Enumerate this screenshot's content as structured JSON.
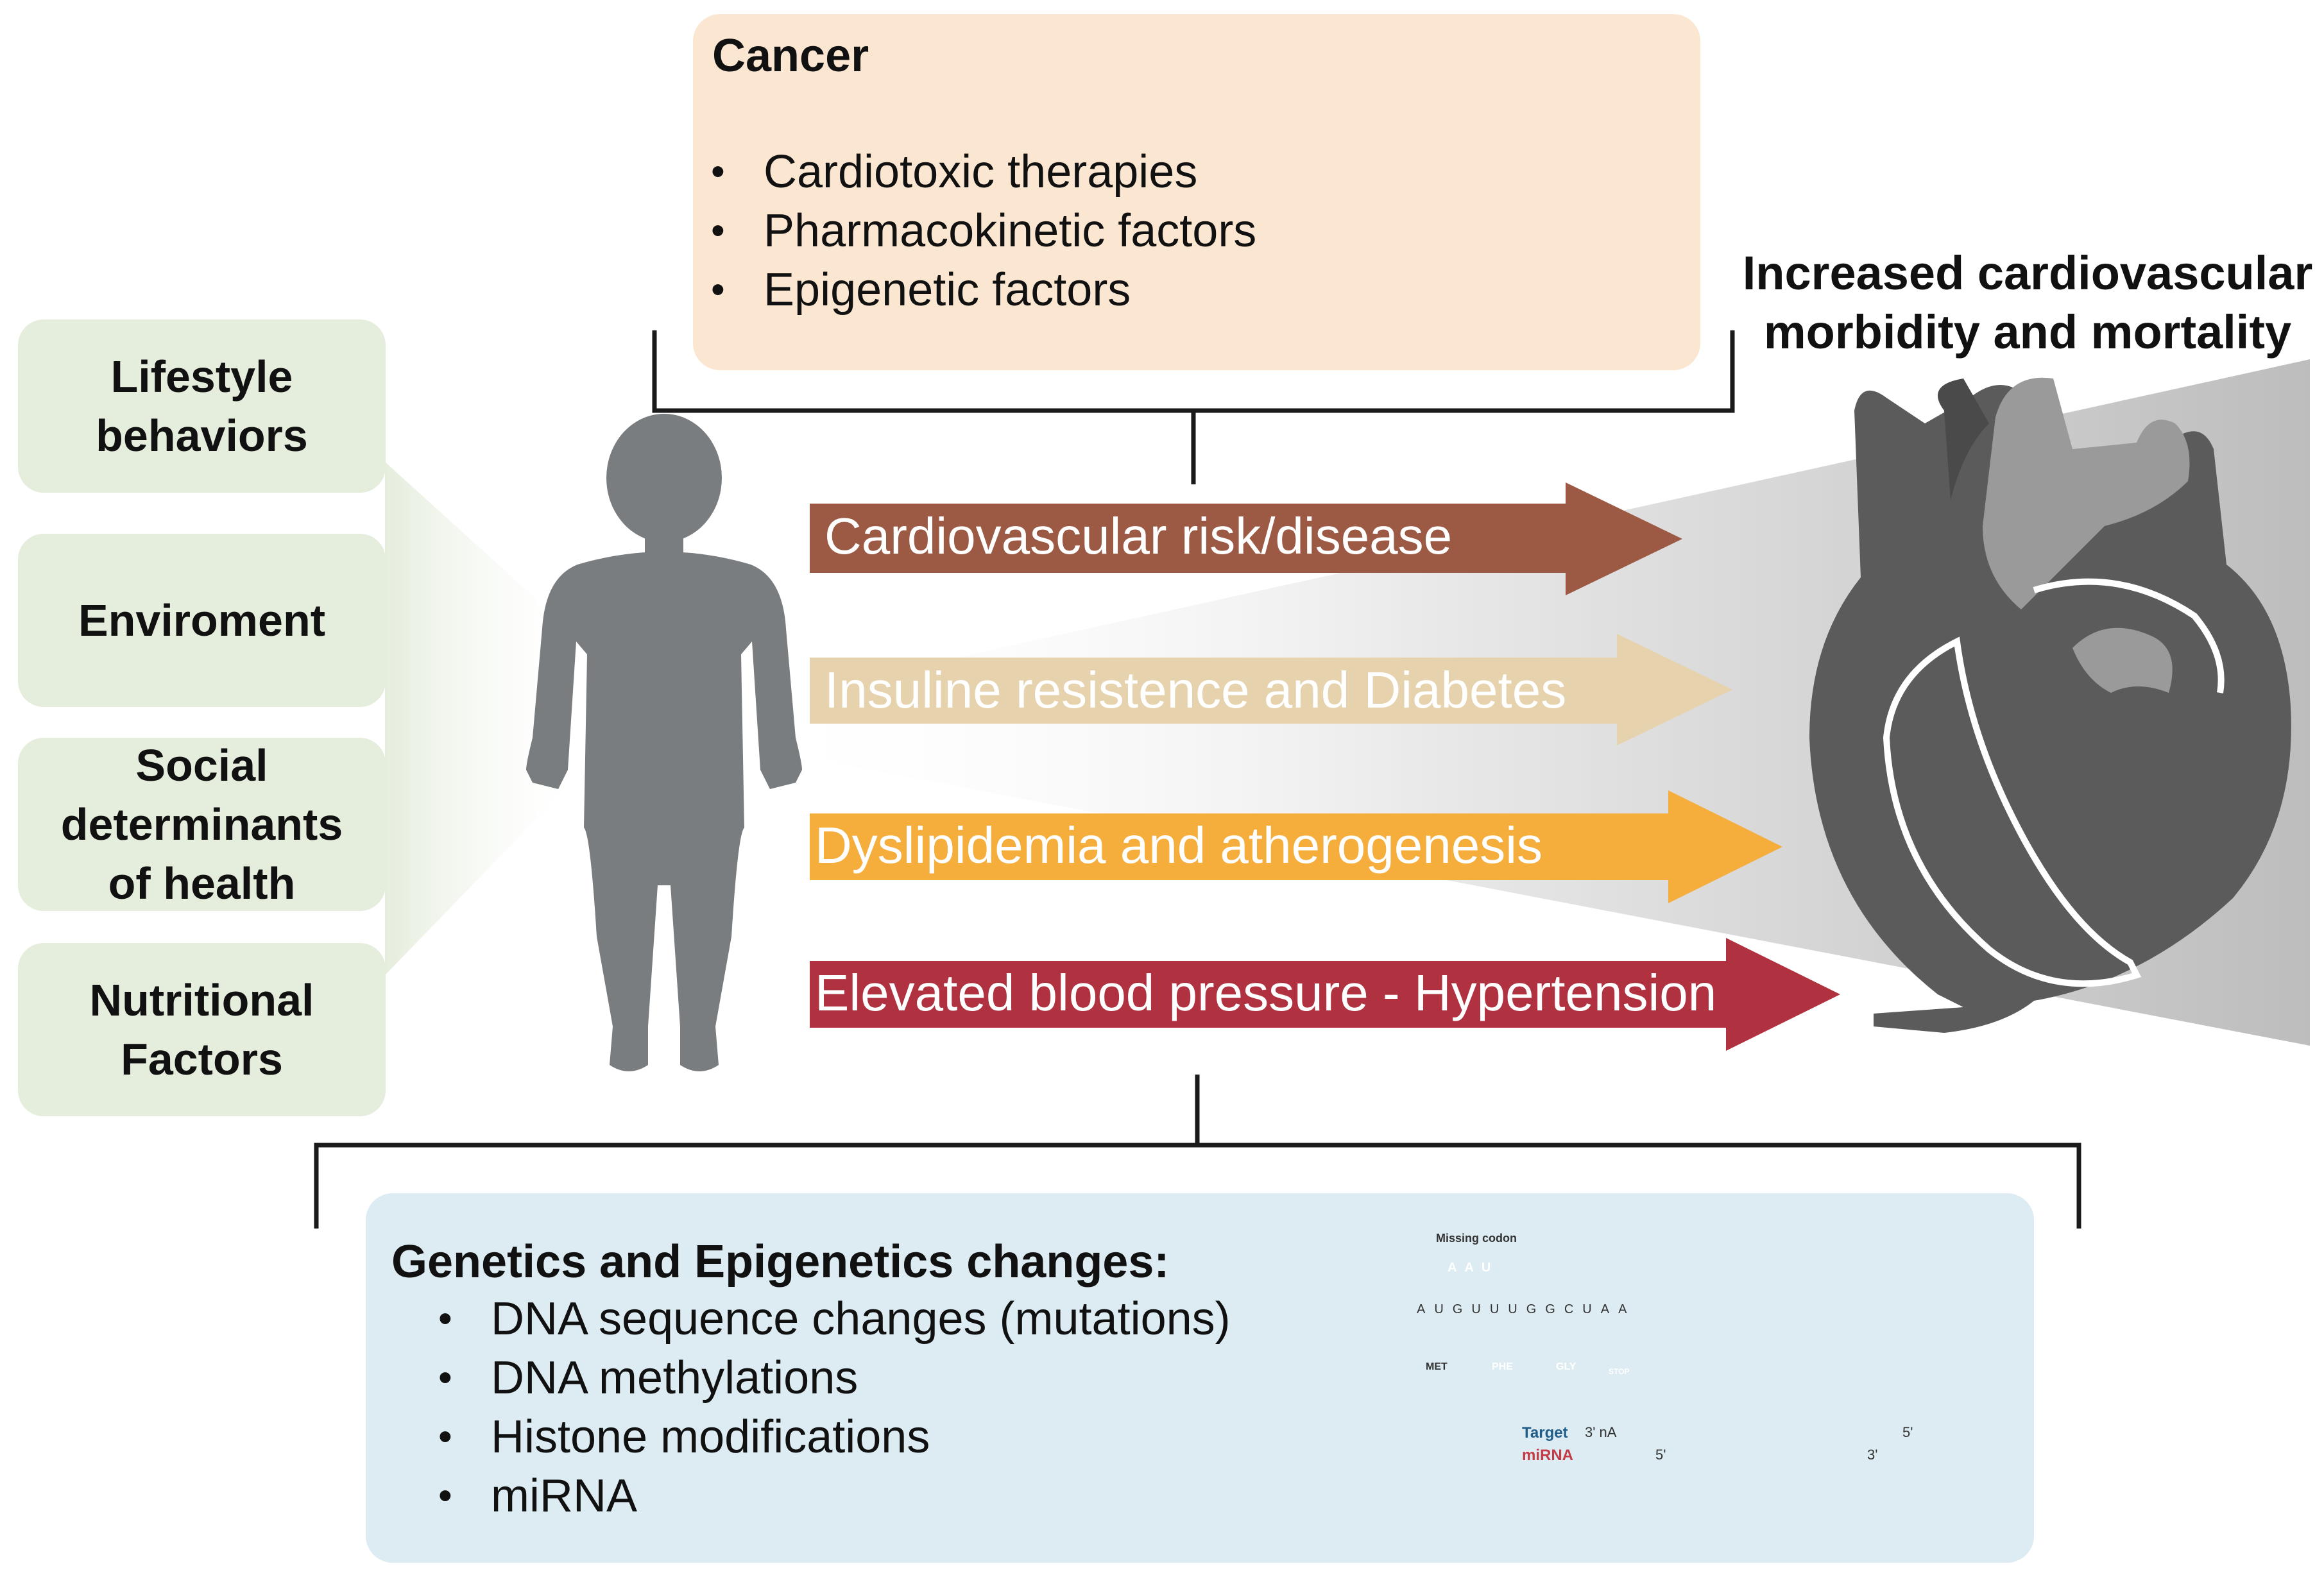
{
  "factors": [
    {
      "label": "Lifestyle\nbehaviors"
    },
    {
      "label": "Enviroment"
    },
    {
      "label": "Social\ndeterminants\nof health"
    },
    {
      "label": "Nutritional\nFactors"
    }
  ],
  "cancer": {
    "title": "Cancer",
    "items": [
      "Cardiotoxic therapies",
      "Pharmacokinetic factors",
      "Epigenetic factors"
    ],
    "bullet": "•"
  },
  "outcome": {
    "title": "Increased cardiovascular\nmorbidity and mortality"
  },
  "arrows": [
    {
      "label": "Cardiovascular risk/disease",
      "color": "#9c5a45"
    },
    {
      "label": "Insuline resistence and Diabetes",
      "color": "#e6d3ae"
    },
    {
      "label": "Dyslipidemia and atherogenesis",
      "color": "#f5ad3b"
    },
    {
      "label": "Elevated blood pressure - Hypertension",
      "color": "#b0313f"
    }
  ],
  "genetics": {
    "title": "Genetics and Epigenetics changes:",
    "items": [
      "DNA sequence changes (mutations)",
      "DNA methylations",
      "Histone modifications",
      "miRNA"
    ],
    "bullet": "•"
  },
  "mutation_diagram": {
    "missing_codon_label": "Missing codon",
    "codon": [
      "A",
      "A",
      "U"
    ],
    "sequence": [
      "A",
      "U",
      "G",
      "U",
      "U",
      "U",
      "G",
      "G",
      "C",
      "U",
      "A",
      "A"
    ],
    "amino_acids": [
      "MET",
      "PHE",
      "GLY"
    ],
    "stop_label": "STOP"
  },
  "mirna_diagram": {
    "target_label": "Target",
    "mirna_label": "miRNA",
    "target_3prime": "3' nA",
    "target_5prime": "5'",
    "mirna_5prime": "5'",
    "mirna_3prime": "3'"
  },
  "colors": {
    "factor_box": "#e5eddd",
    "cancer_box": "#fbe7d1",
    "genetics_box": "#dcecf2",
    "silhouette": "#7a7d7f",
    "heart_dark": "#5b5b5b",
    "heart_light": "#9a9a9a"
  }
}
